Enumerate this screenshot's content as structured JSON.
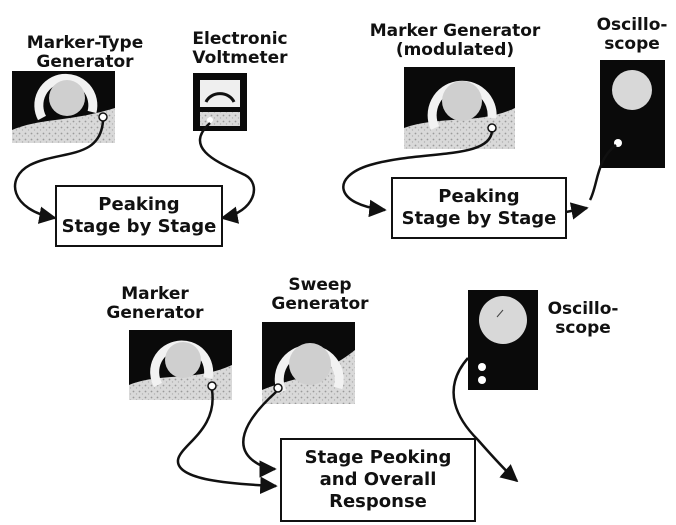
{
  "colors": {
    "ink": "#111111",
    "panel_dark": "#0a0a0a",
    "panel_light": "#efefef",
    "screen": "#d8d8d8"
  },
  "setup1": {
    "generator_label": [
      "Marker-Type",
      "Generator"
    ],
    "meter_label": [
      "Electronic",
      "Voltmeter"
    ],
    "box_text": [
      "Peaking",
      "Stage by Stage"
    ]
  },
  "setup2": {
    "generator_label": [
      "Marker Generator",
      "(modulated)"
    ],
    "scope_label": [
      "Oscillo-",
      "scope"
    ],
    "box_text": [
      "Peaking",
      "Stage by Stage"
    ]
  },
  "setup3": {
    "marker_label": [
      "Marker",
      "Generator"
    ],
    "sweep_label": [
      "Sweep",
      "Generator"
    ],
    "scope_label": [
      "Oscillo-",
      "scope"
    ],
    "box_text": [
      "Stage Peoking",
      "and Overall",
      "Response"
    ]
  }
}
